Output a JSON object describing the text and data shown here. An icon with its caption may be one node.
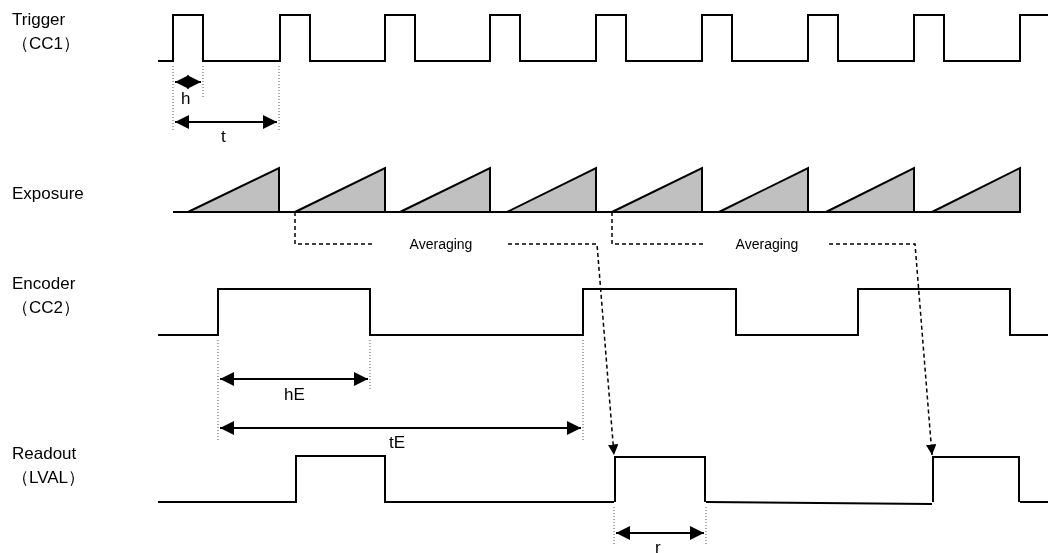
{
  "diagram": {
    "nodes": [
      {
        "text": [
          "Averaging"
        ]
      },
      {
        "text": [
          "Averaging"
        ]
      },
      {
        "text": [],
        "shape": "bar"
      },
      {
        "text": [],
        "shape": "bar"
      }
    ],
    "edges": [
      {
        "from": 0,
        "to": 2,
        "arrow": "to",
        "style": "dashed"
      },
      {
        "from": 1,
        "to": 3,
        "arrow": "to",
        "style": "dashed"
      }
    ],
    "labels": [
      "Trigger （CC1）",
      "h",
      "t",
      "Exposure",
      "Encoder （CC2）",
      "hE",
      "tE",
      "Readout （LVAL）",
      "r"
    ]
  }
}
